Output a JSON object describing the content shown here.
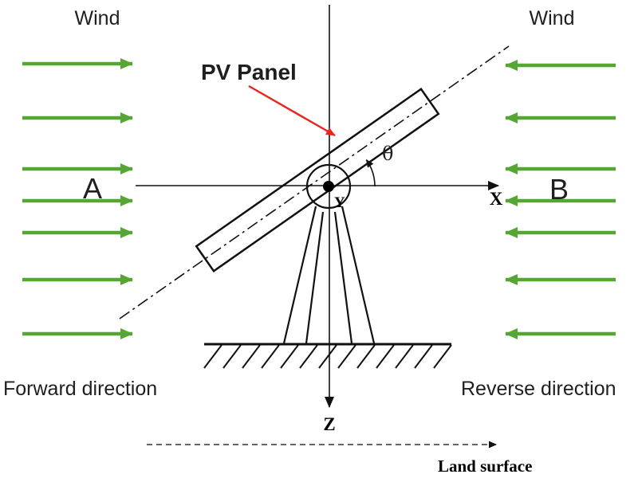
{
  "colors": {
    "arrow_green": "#55a632",
    "label_red": "#e8241f",
    "line_black": "#111111"
  },
  "labels": {
    "wind_left": "Wind",
    "wind_right": "Wind",
    "region_a": "A",
    "region_b": "B",
    "pv_panel": "PV Panel",
    "theta": "θ",
    "axis_x": "X",
    "axis_y": "Y",
    "axis_z": "Z",
    "forward_direction": "Forward direction",
    "reverse_direction": "Reverse direction",
    "land_surface": "Land surface"
  }
}
